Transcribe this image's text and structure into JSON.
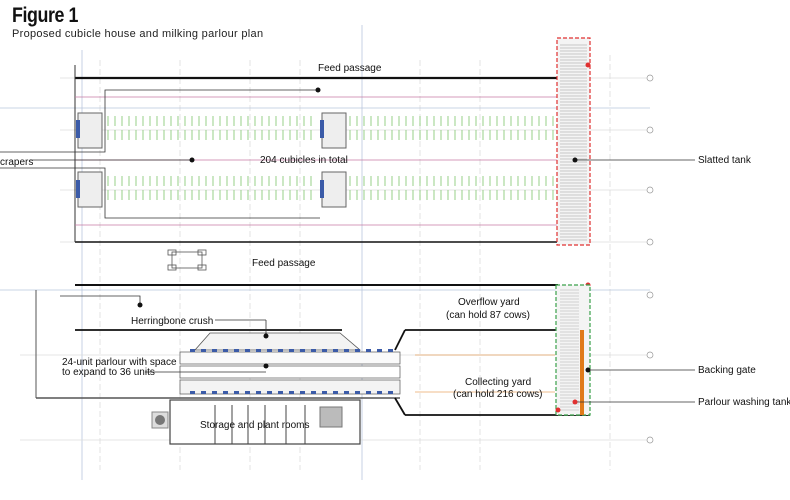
{
  "figure": {
    "title": "Figure 1",
    "subtitle": "Proposed cubicle house and milking parlour plan"
  },
  "labels": {
    "feed_passage_top": "Feed passage",
    "cubicles_total": "204 cubicles in total",
    "scrapers": "crapers",
    "slatted_tank": "Slatted tank",
    "feed_passage_bottom": "Feed passage",
    "overflow_yard_line1": "Overflow yard",
    "overflow_yard_line2": "(can hold 87 cows)",
    "herringbone_crush": "Herringbone crush",
    "parlour_line1": "24-unit parlour with space",
    "parlour_line2": "to expand to 36 units",
    "collecting_yard_line1": "Collecting yard",
    "collecting_yard_line2": "(can hold 216 cows)",
    "backing_gate": "Backing gate",
    "parlour_washing_tanks": "Parlour washing tanks",
    "storage_plant_rooms": "Storage and plant rooms"
  },
  "colors": {
    "grid": "#9fb4d6",
    "cubicle": "#7dc46a",
    "pink": "#c77aa5",
    "tank_outline": "#e03030",
    "green_outline": "#3aa04a",
    "backing_gate": "#e07a1a",
    "blue": "#3b5ba8"
  }
}
